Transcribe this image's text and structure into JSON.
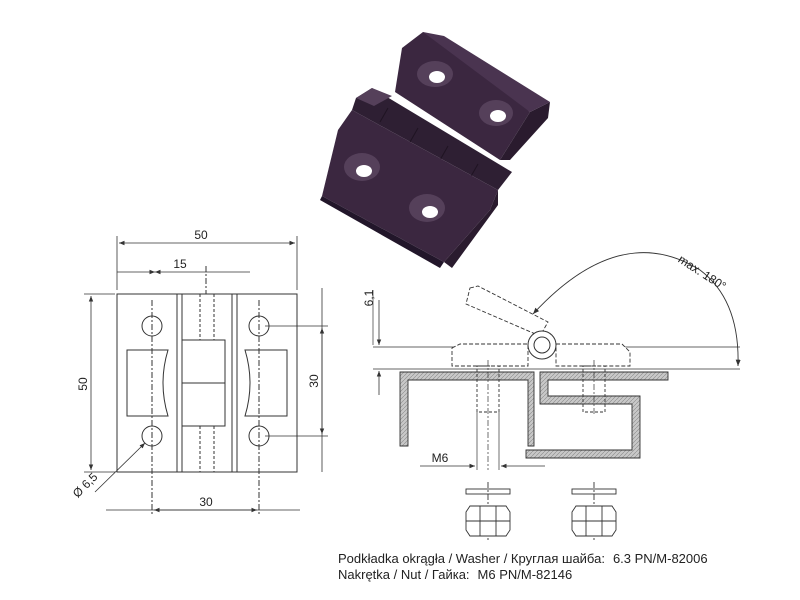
{
  "colors": {
    "hinge_body": "#3b2740",
    "hinge_dark": "#2a1b2e",
    "hinge_light": "#55405a",
    "line": "#333333",
    "section_fill": "#bfbfbf"
  },
  "dimensions": {
    "total_width": "50",
    "pin_offset": "15",
    "total_height": "50",
    "hole_spacing_v": "30",
    "hole_spacing_h": "30",
    "hole_diameter": "Ø 6,5",
    "lift_height": "6,1",
    "thread": "M6",
    "max_angle": "max. 180°"
  },
  "legend": {
    "washer_label": "Podkładka okrągła / Washer / Круглая шайба:",
    "washer_value": "6.3 PN/M-82006",
    "nut_label": "Nakrętka / Nut / Гайка:",
    "nut_value": "M6 PN/M-82146"
  }
}
